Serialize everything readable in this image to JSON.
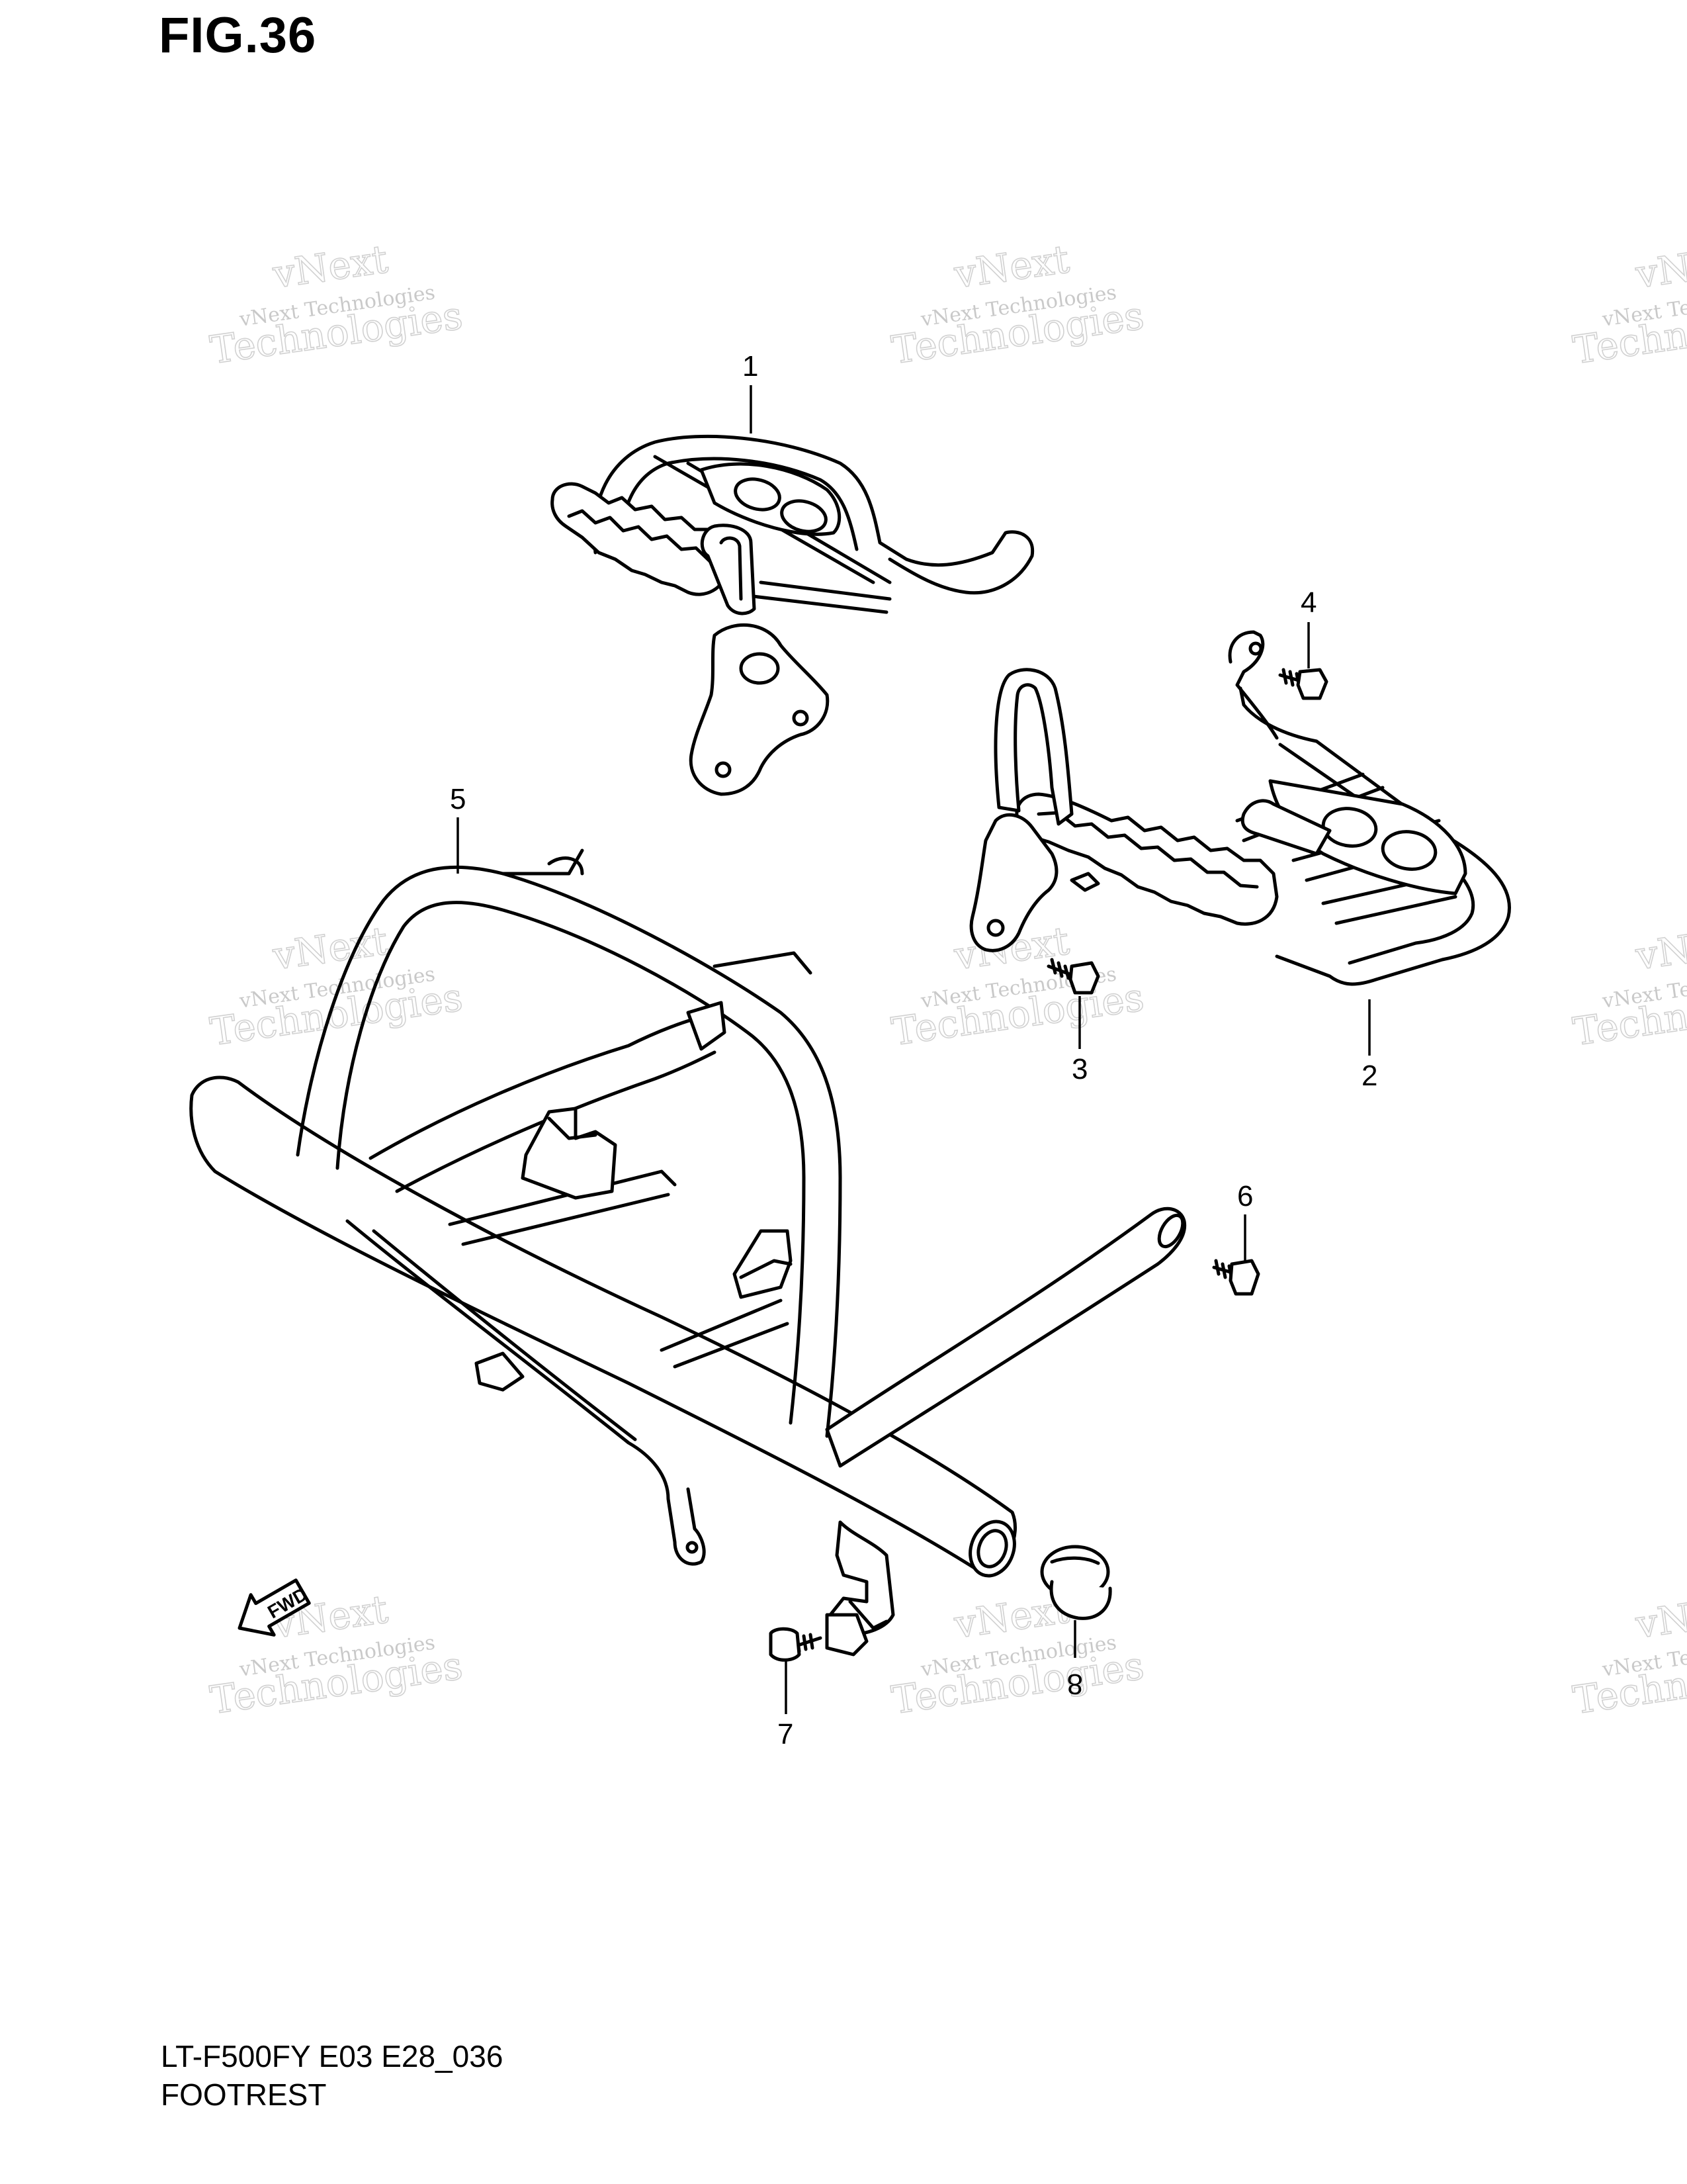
{
  "figure": {
    "title": "FIG.36"
  },
  "footer": {
    "model_code": "LT-F500FY E03 E28_036",
    "section_name": "FOOTREST"
  },
  "callouts": [
    "1",
    "2",
    "3",
    "4",
    "5",
    "6",
    "7",
    "8"
  ],
  "direction_marker": {
    "label": "FWD",
    "icon": "arrow-fwd-icon"
  },
  "watermark": {
    "line1": "vNext Technologies",
    "line2": "vNext",
    "line3": "Technologies"
  },
  "colors": {
    "ink": "#000000",
    "background": "#ffffff",
    "watermark": "#9a9a9a"
  }
}
